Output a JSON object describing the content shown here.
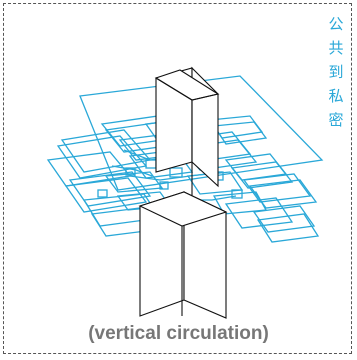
{
  "vertical_label_chars": [
    "公",
    "共",
    "到",
    "私",
    "密"
  ],
  "caption": "(vertical circulation)",
  "colors": {
    "accent": "#2aa8d8",
    "caption": "#777777",
    "frame": "#555555",
    "block_stroke": "#111111"
  }
}
